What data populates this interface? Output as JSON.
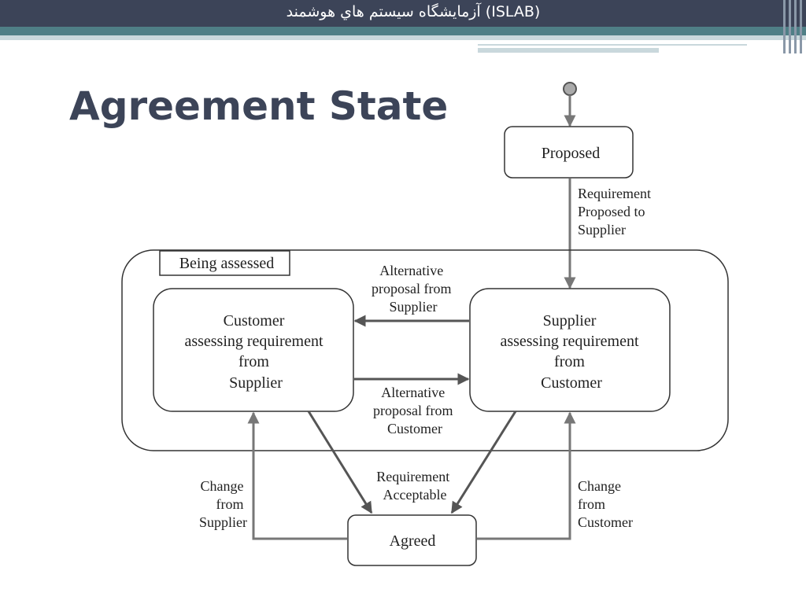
{
  "header": {
    "title": "آزمايشگاه سيستم هاي هوشمند (ISLAB)"
  },
  "slide": {
    "title": "Agreement State"
  },
  "diagram": {
    "states": {
      "proposed": "Proposed",
      "being_assessed": "Being assessed",
      "customer": [
        "Customer",
        "assessing requirement",
        "from",
        "Supplier"
      ],
      "supplier": [
        "Supplier",
        "assessing requirement",
        "from",
        "Customer"
      ],
      "agreed": "Agreed"
    },
    "transitions": {
      "req_proposed": [
        "Requirement",
        "Proposed to",
        "Supplier"
      ],
      "alt_from_supplier": [
        "Alternative",
        "proposal from",
        "Supplier"
      ],
      "alt_from_customer": [
        "Alternative",
        "proposal from",
        "Customer"
      ],
      "req_acceptable": [
        "Requirement",
        "Acceptable"
      ],
      "change_supplier": [
        "Change",
        "from",
        "Supplier"
      ],
      "change_customer": [
        "Change",
        "from",
        "Customer"
      ]
    }
  }
}
